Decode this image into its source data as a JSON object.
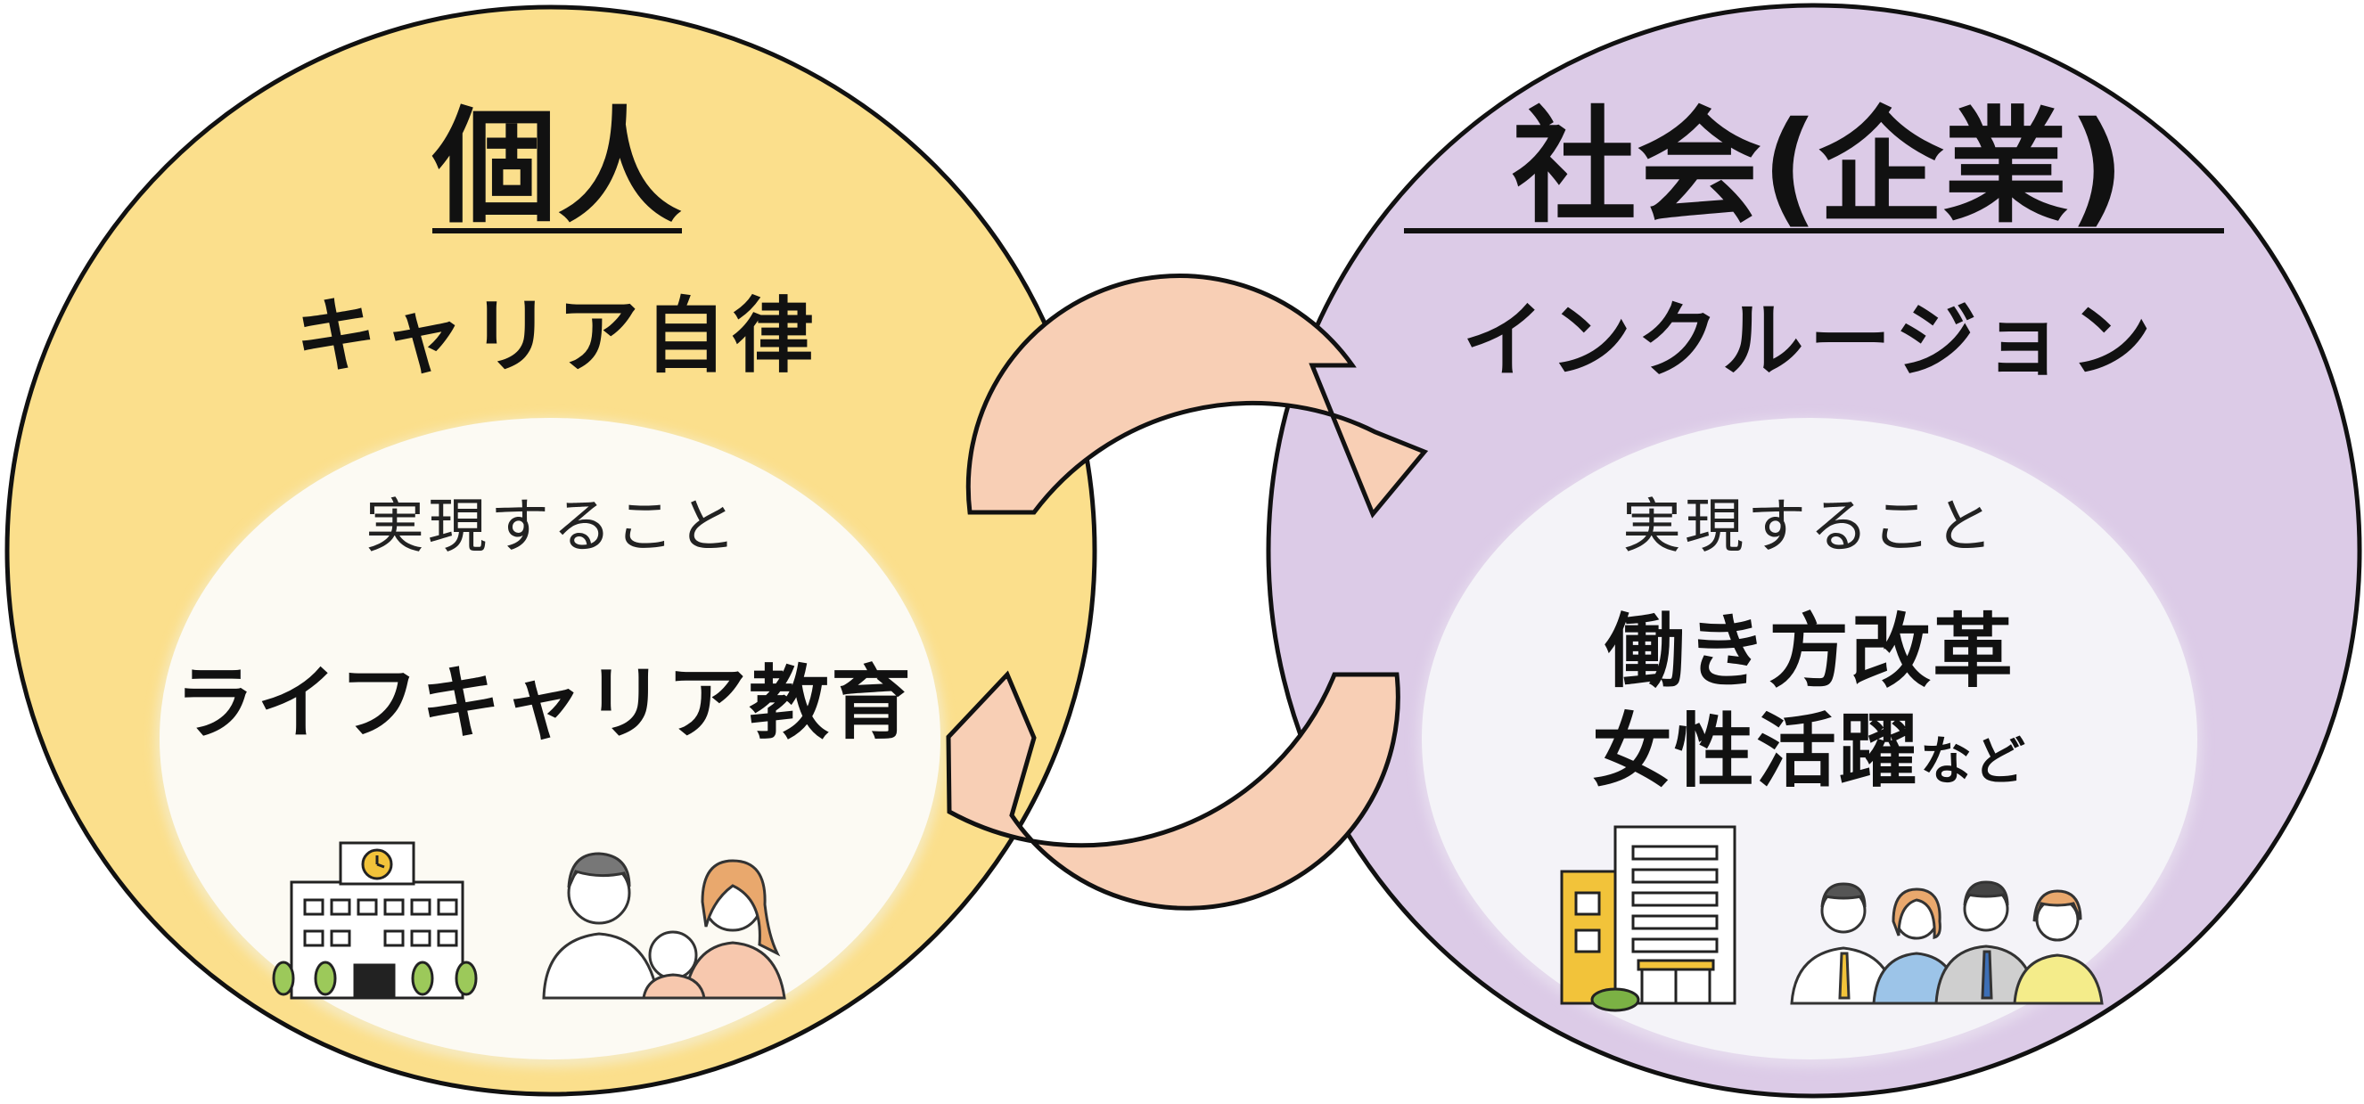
{
  "left": {
    "title": "個人",
    "subtitle": "キャリア自律",
    "realize_label": "実現すること",
    "main_text": "ライフキャリア教育",
    "illustrations": [
      "school-building-icon",
      "family-icon"
    ]
  },
  "right": {
    "title": "社会(企業)",
    "subtitle": "インクルージョン",
    "realize_label": "実現すること",
    "main_line1": "働き方改革",
    "main_line2": "女性活躍",
    "main_line2_suffix": "など",
    "illustrations": [
      "office-building-icon",
      "business-people-icon"
    ]
  },
  "colors": {
    "left_circle": "#FBDF8C",
    "right_circle": "#DCCBE7",
    "inner_left": "#FCFAF3",
    "inner_right": "#F4F3F8",
    "arrow_fill": "#F8CFB5",
    "outline": "#111111"
  }
}
